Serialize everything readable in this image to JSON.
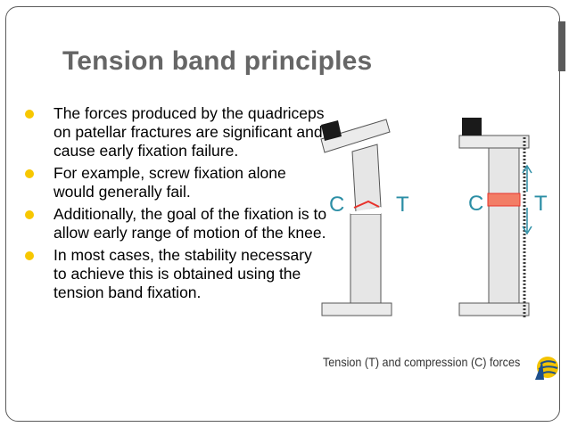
{
  "slide": {
    "title": "Tension band principles",
    "bullets": [
      "The forces produced by the quadriceps on patellar fractures are significant and cause early fixation failure.",
      "For example, screw fixation alone would generally fail.",
      "Additionally, the goal of the fixation is to allow early range of motion of the knee.",
      "In most cases, the stability necessary to achieve this is obtained using the tension band fixation."
    ]
  },
  "figure": {
    "caption": "Tension (T) and compression (C) forces",
    "left_model": {
      "c_label": "C",
      "t_label": "T"
    },
    "right_model": {
      "c_label": "C",
      "t_label": "T"
    }
  },
  "colors": {
    "title": "#666666",
    "bullet": "#f7c700",
    "force_label": "#2b8ea5",
    "fracture_red": "#e8322b",
    "band_red": "#f27d66"
  },
  "icons": {
    "logo": "globe-logo-icon"
  }
}
